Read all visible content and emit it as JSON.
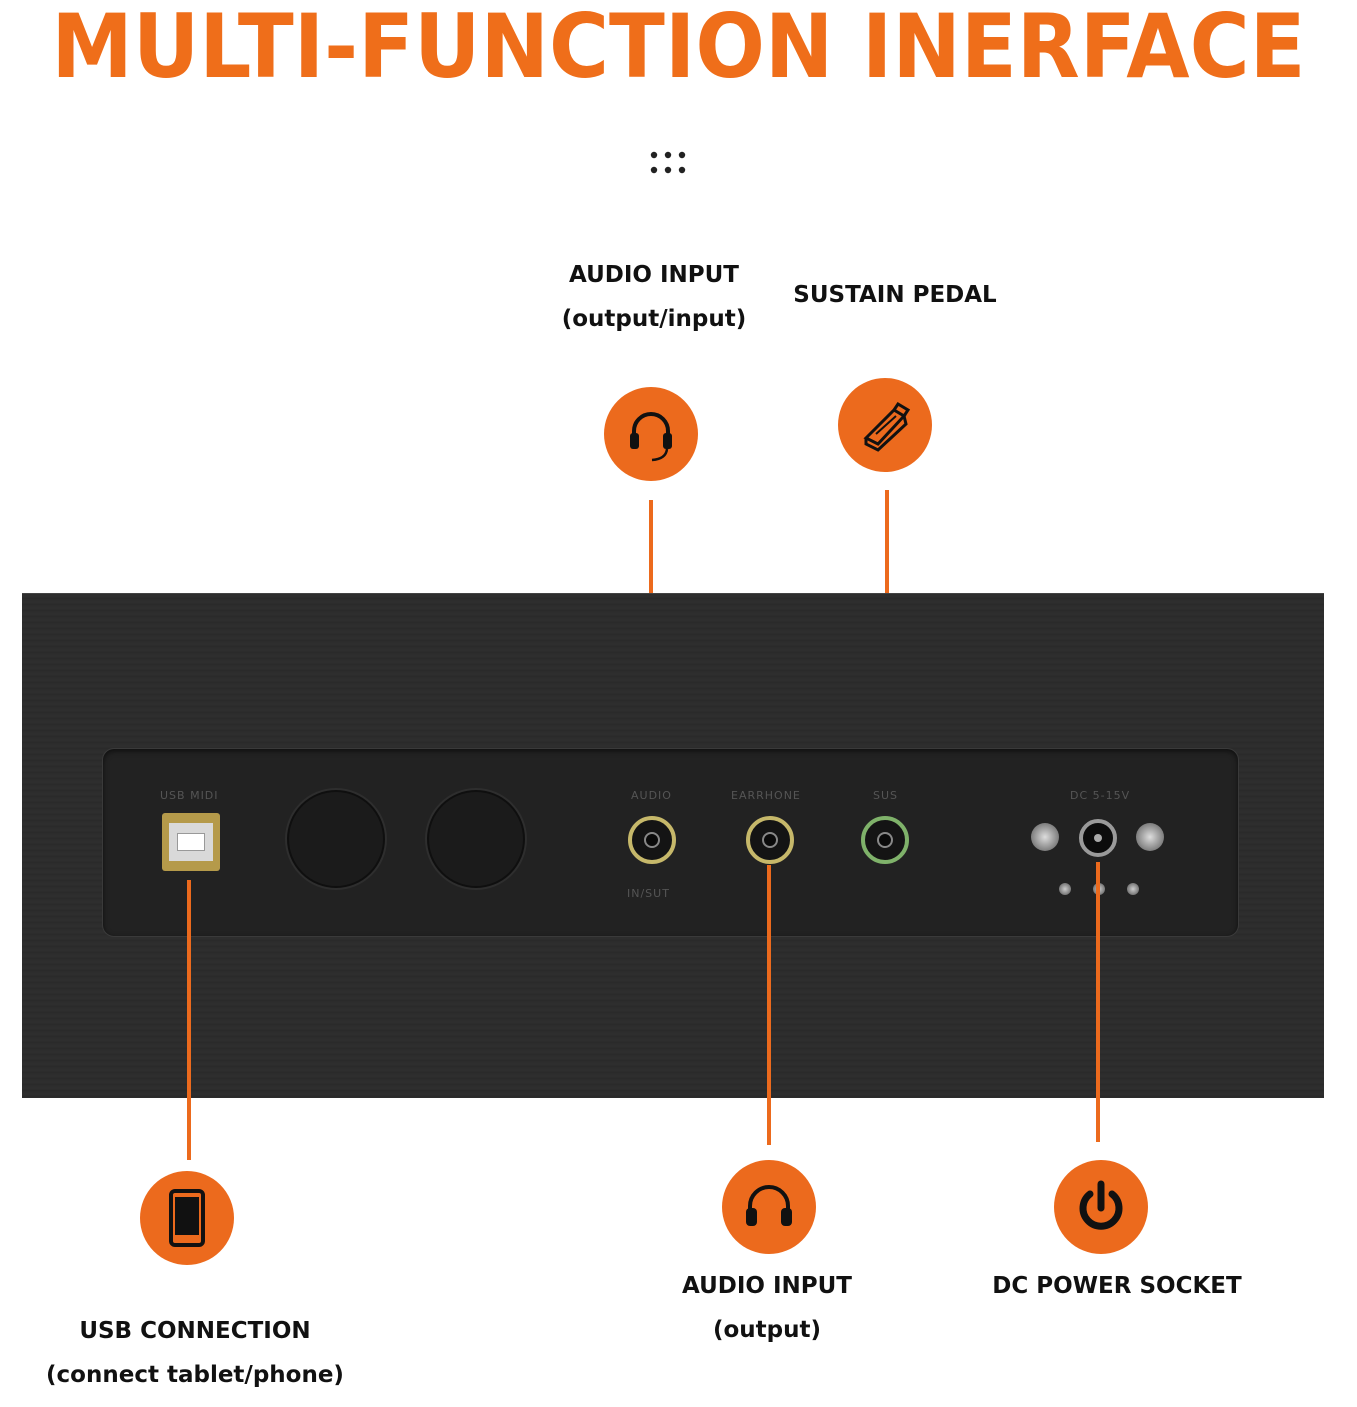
{
  "title": "MULTI-FUNCTION INERFACE",
  "colors": {
    "accent": "#ec6a1d",
    "title": "#ef6e1a",
    "panel": "#2b2b2b"
  },
  "labels": {
    "audio_input_top": {
      "line1": "AUDIO INPUT",
      "line2": "(output/input)",
      "icon": "headset-mic-icon"
    },
    "sustain_pedal": {
      "line1": "SUSTAIN PEDAL",
      "icon": "pedal-icon"
    },
    "usb_connection": {
      "line1": "USB CONNECTION",
      "line2": "(connect tablet/phone)",
      "icon": "phone-icon"
    },
    "audio_input_bottom": {
      "line1": "AUDIO INPUT",
      "line2": "(output)",
      "icon": "headphones-icon"
    },
    "dc_power": {
      "line1": "DC POWER SOCKET",
      "icon": "power-icon"
    }
  },
  "panel": {
    "usb_midi": "USB MIDI",
    "audio": "AUDIO",
    "in_out": "IN/SUT",
    "earphone": "EARRHONE",
    "sus": "SUS",
    "dc": "DC 5-15V"
  }
}
